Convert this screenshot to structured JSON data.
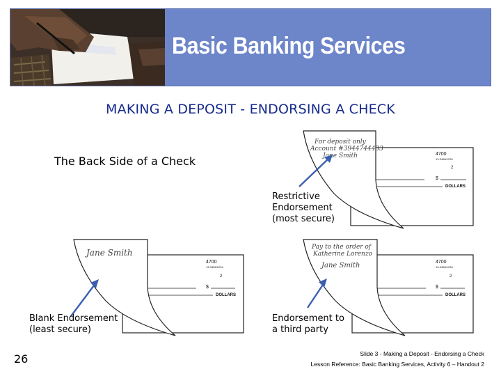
{
  "banner": {
    "title": "Basic Banking Services"
  },
  "heading": "MAKING A DEPOSIT - ENDORSING A CHECK",
  "subheading": "The Back Side of a Check",
  "checks": {
    "restrictive": {
      "endorsement_lines": [
        "For deposit only",
        "Account #3944744433",
        "Jane Smith"
      ],
      "caption_lines": [
        "Restrictive",
        "Endorsement",
        "(most secure)"
      ]
    },
    "blank": {
      "endorsement_lines": [
        "Jane Smith"
      ],
      "caption_lines": [
        "Blank Endorsement",
        "(least secure)"
      ]
    },
    "third_party": {
      "endorsement_lines": [
        "Pay to the order of",
        "Katherine Lorenzo",
        "Jane Smith"
      ],
      "caption_lines": [
        "Endorsement to",
        "a third party"
      ]
    }
  },
  "check_face": {
    "number": "4700",
    "date_label": "13-3456/1234",
    "number_2": "2",
    "dollar_sign": "$",
    "dollars_label": "DOLLARS"
  },
  "footer": {
    "page_number": "26",
    "slide_text": "Slide 3 - Making a Deposit - Endorsing a Check",
    "reference_text": "Lesson Reference:  Basic Banking Services, Activity 6 – Handout 2"
  },
  "colors": {
    "banner_bg": "#6d85c9",
    "heading": "#162a8c",
    "arrow": "#3a5fb0"
  }
}
